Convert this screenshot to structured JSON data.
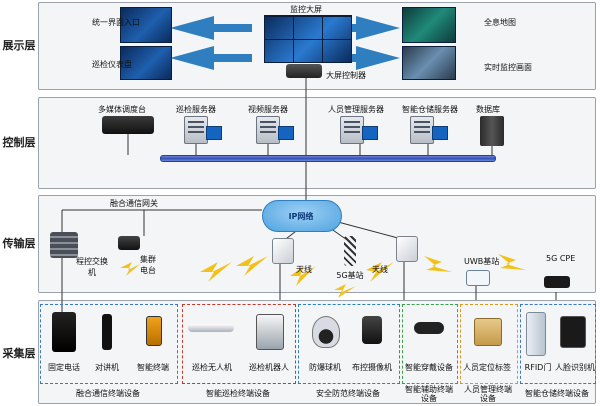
{
  "layers": [
    "展示层",
    "控制层",
    "传输层",
    "采集层"
  ],
  "display": {
    "unified_entry": "统一界面入口",
    "video_wall": "监控大屏",
    "gis_map": "全息地图",
    "dashboard": "巡检仪表盘",
    "wall_controller": "大屏控制器",
    "live_view": "实时监控画面"
  },
  "control": {
    "dispatch_console": "多媒体调度台",
    "patrol_server": "巡检服务器",
    "video_server": "视频服务器",
    "personnel_server": "人员管理服务器",
    "storage_server": "智能仓储服务器",
    "database": "数据库"
  },
  "transport": {
    "gateway": "融合通信网关",
    "ip_network": "IP网络",
    "pbx": "程控交换机",
    "trunk_station": "集群电台",
    "antenna_left": "天线",
    "base_station_5g": "5G基站",
    "antenna_right": "天线",
    "uwb_station": "UWB基站",
    "cpe_5g": "5G CPE"
  },
  "collection": {
    "devices": {
      "landline": "固定电话",
      "walkie": "对讲机",
      "smart_terminal": "智能终端",
      "drone": "巡检无人机",
      "robot": "巡检机器人",
      "dome_camera": "防爆球机",
      "pt_camera": "布控摄像机",
      "wearable": "智能穿戴设备",
      "locator_tag": "人员定位标签",
      "rfid_gate": "RFID门",
      "face_reader": "人脸识别机"
    },
    "groups": {
      "fusion_comm": "融合通信终端设备",
      "patrol": "智能巡检终端设备",
      "security": "安全防范终端设备",
      "auxiliary": "智能辅助终端设备",
      "personnel": "人员管理终端设备",
      "warehouse": "智能仓储终端设备"
    }
  }
}
